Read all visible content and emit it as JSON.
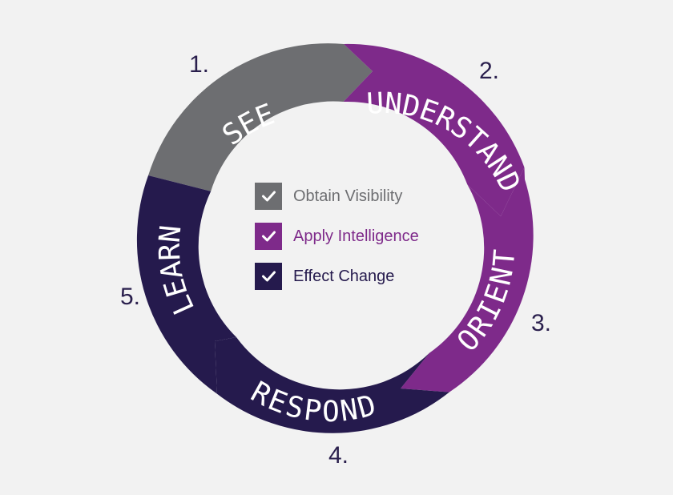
{
  "colors": {
    "background": "#f2f2f2",
    "see": "#6d6e71",
    "understand": "#7e2a8a",
    "orient": "#7e2a8a",
    "respond": "#251a4d",
    "learn": "#251a4d",
    "number": "#2a1f4d"
  },
  "steps": [
    {
      "number": "1.",
      "label": "SEE"
    },
    {
      "number": "2.",
      "label": "UNDERSTAND"
    },
    {
      "number": "3.",
      "label": "ORIENT"
    },
    {
      "number": "4.",
      "label": "RESPOND"
    },
    {
      "number": "5.",
      "label": "LEARN"
    }
  ],
  "legend": [
    {
      "text": "Obtain Visibility",
      "color": "#6d6e71",
      "text_color": "#6d6e71",
      "icon": "check-icon"
    },
    {
      "text": "Apply Intelligence",
      "color": "#7e2a8a",
      "text_color": "#7e2a8a",
      "icon": "check-icon"
    },
    {
      "text": "Effect Change",
      "color": "#251a4d",
      "text_color": "#251a4d",
      "icon": "check-icon"
    }
  ]
}
